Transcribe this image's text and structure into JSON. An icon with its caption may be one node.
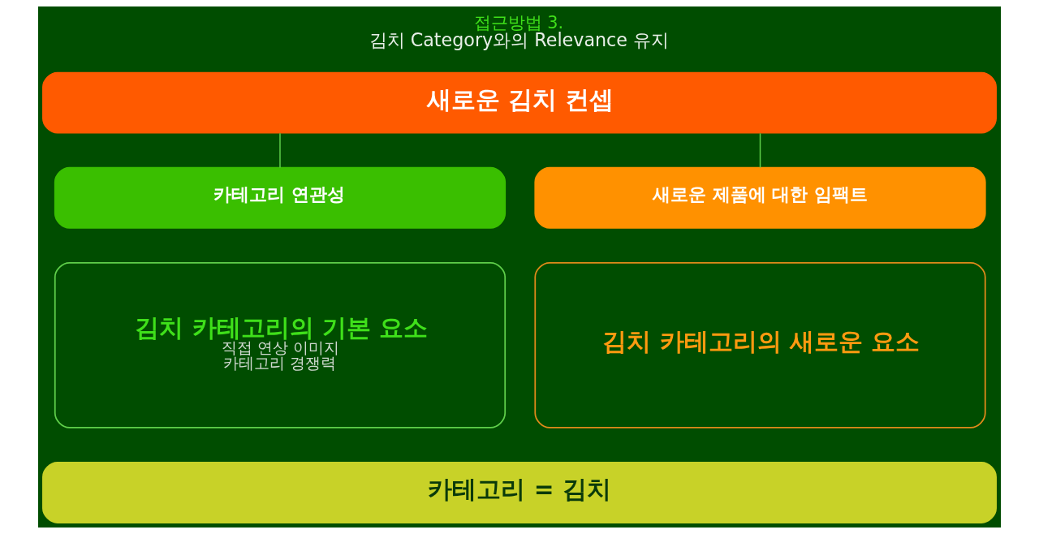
{
  "diagram": {
    "title": "접근방법 3.",
    "caption": "김치 Category와의 Relevance 유지",
    "nodes": [
      {
        "text": [
          "새로운 김치 컨셉"
        ]
      },
      {
        "text": [
          "카테고리 연관성"
        ]
      },
      {
        "text": [
          "새로운 제품에 대한 임팩트"
        ]
      },
      {
        "text": [
          "김치 카테고리의 기본 요소",
          "직접 연상 이미지",
          "카테고리 경쟁력"
        ]
      },
      {
        "text": [
          "김치 카테고리의 새로운 요소"
        ]
      },
      {
        "text": [
          "카테고리 = 김치"
        ]
      }
    ],
    "edges": [
      {
        "from": 0,
        "to": 1,
        "arrow": "none"
      },
      {
        "from": 0,
        "to": 2,
        "arrow": "none"
      }
    ]
  }
}
